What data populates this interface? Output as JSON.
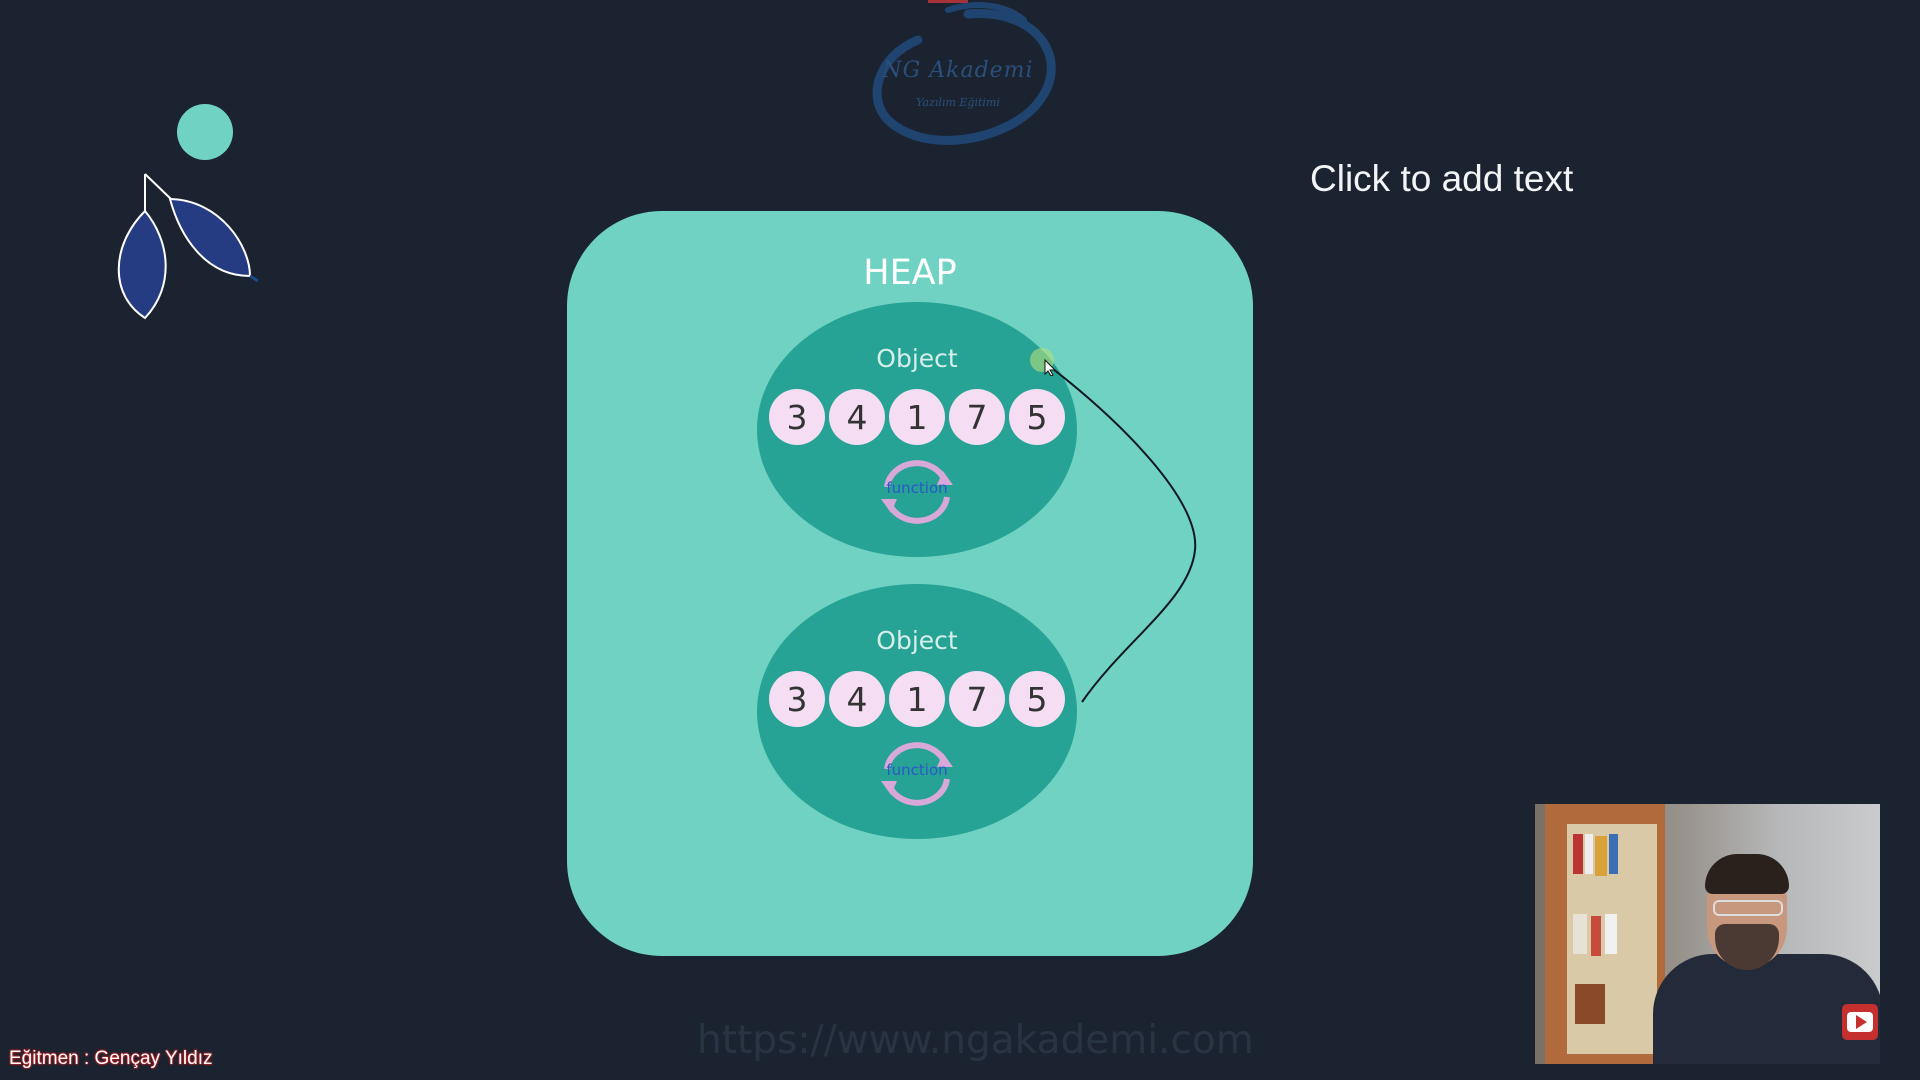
{
  "logo": {
    "title": "NG Akademi",
    "subtitle": "Yazılım Eğitimi"
  },
  "slide": {
    "placeholder": "Click to add text",
    "heap": {
      "title": "HEAP",
      "objects": [
        {
          "label": "Object",
          "values": [
            "3",
            "4",
            "1",
            "7",
            "5"
          ],
          "function_label": "function"
        },
        {
          "label": "Object",
          "values": [
            "3",
            "4",
            "1",
            "7",
            "5"
          ],
          "function_label": "function"
        }
      ]
    }
  },
  "footer": {
    "url": "https://www.ngakademi.com",
    "instructor": "Eğitmen : Gençay Yıldız"
  },
  "webcam": {
    "play_icon": "youtube-play-icon"
  },
  "colors": {
    "background": "#1b2330",
    "heap": "#6fd2c3",
    "object": "#26a394",
    "number_chip": "#f5ddf3",
    "accent_circle": "#6fd2c3",
    "leaf": "#243a7a",
    "logo": "#2b4f7c"
  }
}
